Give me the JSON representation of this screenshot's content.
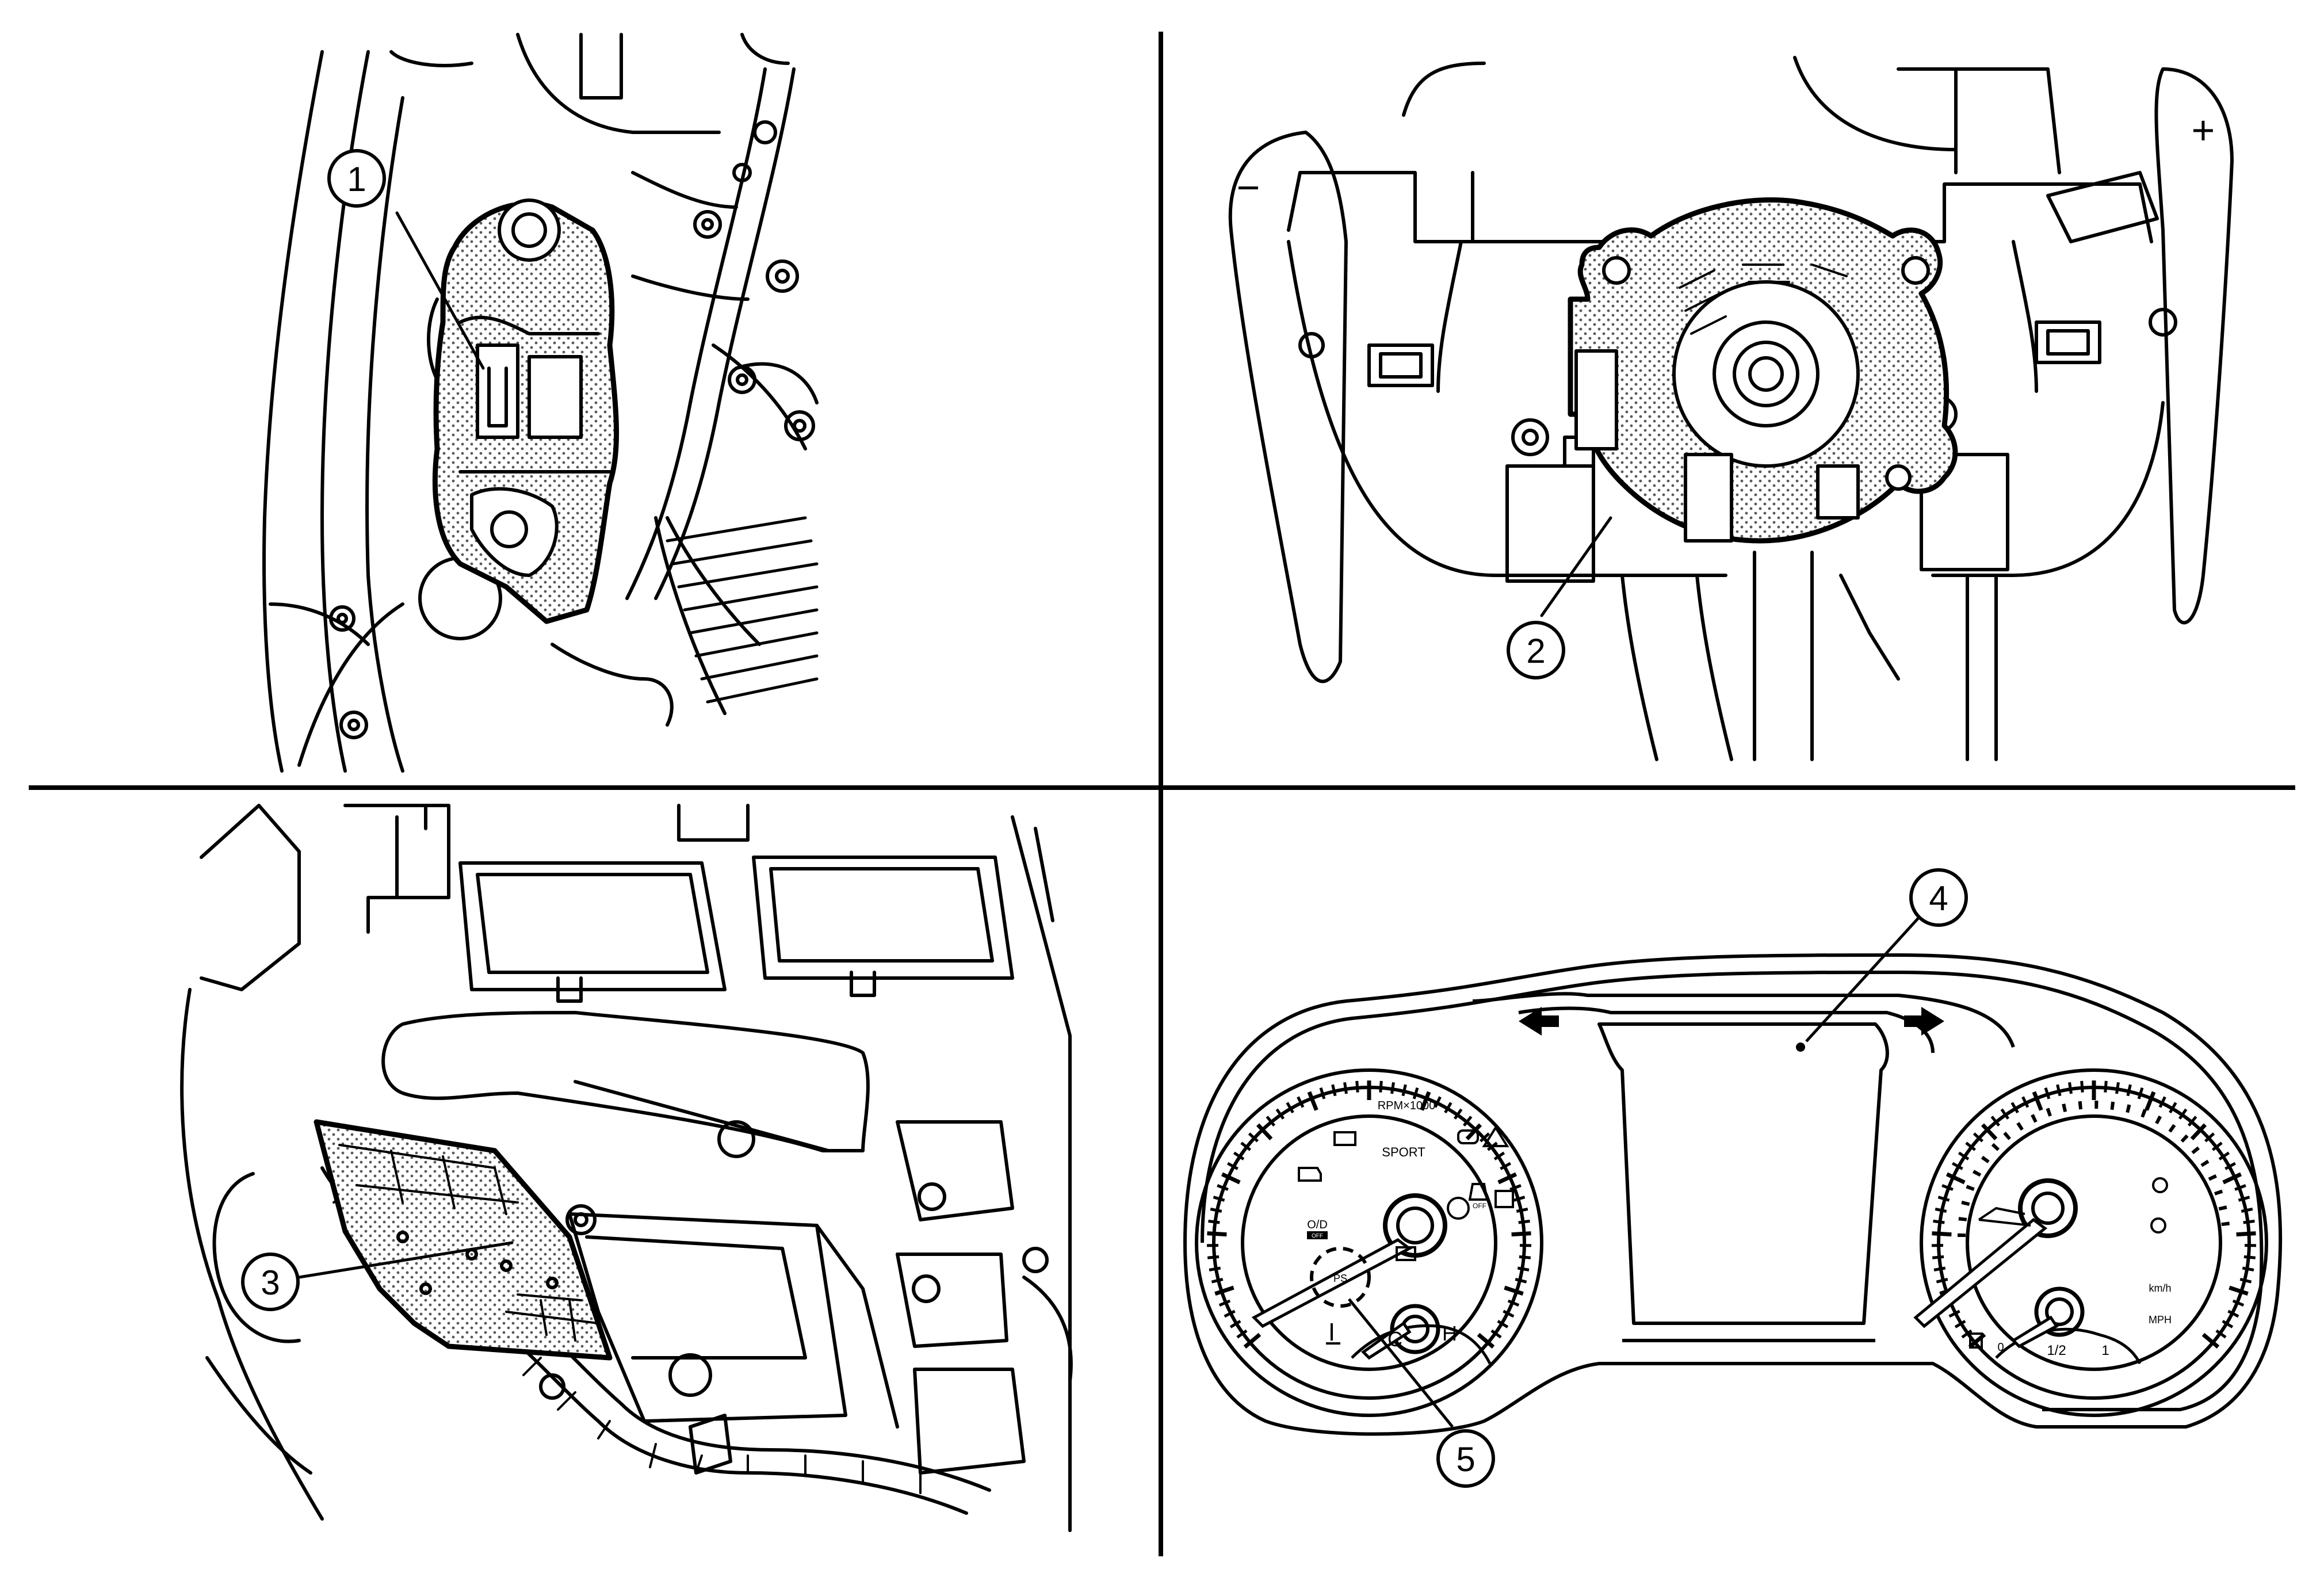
{
  "callouts": {
    "c1": "1",
    "c2": "2",
    "c3": "3",
    "c4": "4",
    "c5": "5"
  },
  "steering": {
    "minus": "−",
    "plus": "+"
  },
  "cluster": {
    "rpm": "RPM×1000",
    "sport": "SPORT",
    "od": "O/D",
    "od_off": "OFF",
    "ps": "PS",
    "off": "OFF",
    "cold": "C",
    "hot": "H",
    "kmh": "km/h",
    "mph": "MPH",
    "half": "1/2",
    "full": "1",
    "empty": "0"
  },
  "colors": {
    "ink": "#000000",
    "paper": "#ffffff",
    "screen": "#6e6e6e"
  }
}
